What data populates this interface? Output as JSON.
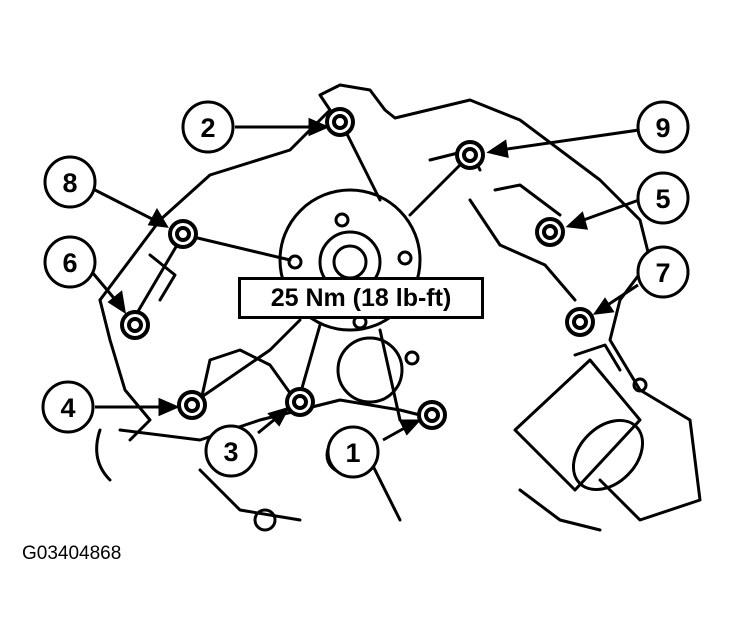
{
  "torque_label": "25 Nm (18 lb-ft)",
  "figure_code": "G03404868",
  "callouts": [
    "1",
    "2",
    "3",
    "4",
    "5",
    "6",
    "7",
    "8",
    "9"
  ],
  "colors": {
    "ink": "#000000",
    "paper": "#ffffff"
  }
}
